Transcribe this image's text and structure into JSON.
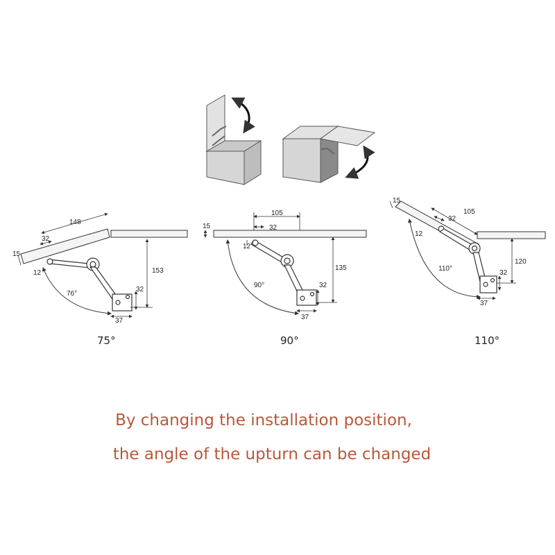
{
  "diagrams": [
    {
      "angle_label": "75°",
      "swing_label": "76°",
      "dims": {
        "panel_len": "148",
        "offset_a": "32",
        "thickness": "15",
        "offset_b": "12",
        "height": "153",
        "base_h": "32",
        "base_w": "37"
      }
    },
    {
      "angle_label": "90°",
      "swing_label": "90°",
      "dims": {
        "panel_len": "105",
        "offset_a": "32",
        "thickness": "15",
        "offset_b": "12",
        "height": "135",
        "base_h": "32",
        "base_w": "37"
      }
    },
    {
      "angle_label": "110°",
      "swing_label": "110°",
      "dims": {
        "panel_len": "105",
        "offset_a": "32",
        "thickness": "15",
        "offset_b": "12",
        "height": "120",
        "base_h": "32",
        "base_w": "37"
      }
    }
  ],
  "caption": {
    "line1": "By changing the installation position,",
    "line2": "the angle of the upturn can be changed"
  },
  "colors": {
    "caption": "#b8583a",
    "box_face": "#d6d6d6",
    "box_side": "#bdbdbd",
    "line": "#333333"
  }
}
